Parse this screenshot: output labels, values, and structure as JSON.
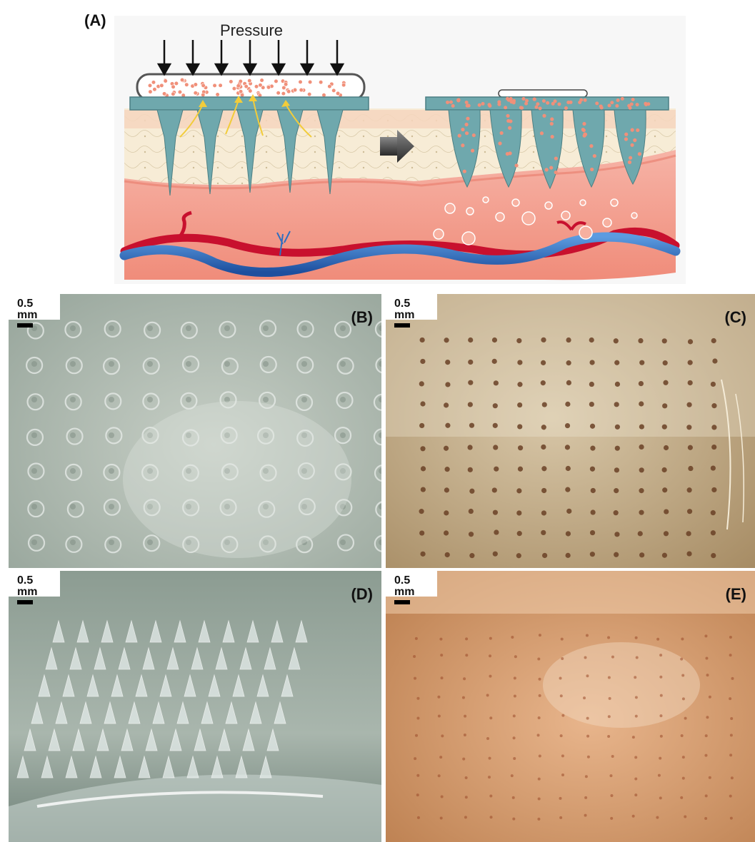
{
  "panel_a": {
    "label": "(A)",
    "pressure_label": "Pressure"
  },
  "panels": [
    {
      "id": "B",
      "label": "(B)",
      "scale": "0.5 mm"
    },
    {
      "id": "C",
      "label": "(C)",
      "scale": "0.5 mm"
    },
    {
      "id": "D",
      "label": "(D)",
      "scale": "0.5 mm"
    },
    {
      "id": "E",
      "label": "(E)",
      "scale": "0.5 mm"
    }
  ],
  "colors": {
    "needle": "#6fa8ad",
    "particle": "#f0907a",
    "tissue": "#f4a898",
    "artery": "#c8102e",
    "vein": "#2f6fc0",
    "epidermis": "#f6e8cf"
  }
}
